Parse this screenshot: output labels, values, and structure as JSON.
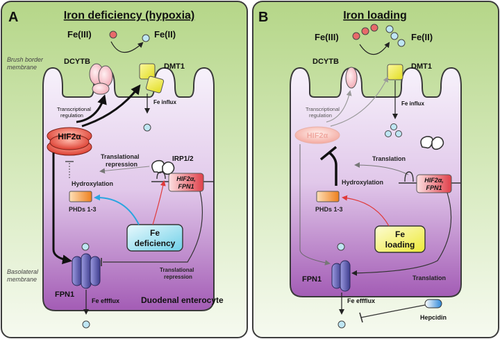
{
  "panel_a": {
    "letter": "A",
    "title": "Iron deficiency (hypoxia)",
    "fe3": "Fe(III)",
    "fe2": "Fe(II)",
    "dcytb": "DCYTB",
    "dmt1": "DMT1",
    "brush_border_1": "Brush border",
    "brush_border_2": "membrane",
    "transcriptional_1": "Transcriptional",
    "transcriptional_2": "regulation",
    "fe_influx": "Fe influx",
    "hif": "HIF2α",
    "translational_1": "Translational",
    "translational_2": "repression",
    "irp": "IRP1/2",
    "hydroxylation": "Hydroxylation",
    "mrna_1": "HIF2α,",
    "mrna_2": "FPN1",
    "phds": "PHDs 1-3",
    "fe_box_1": "Fe",
    "fe_box_2": "deficiency",
    "transl_rep2_1": "Translational",
    "transl_rep2_2": "repression",
    "basolateral_1": "Basolateral",
    "basolateral_2": "membrane",
    "fpn1": "FPN1",
    "fe_efflux": "Fe effflux",
    "duodenal": "Duodenal enterocyte"
  },
  "panel_b": {
    "letter": "B",
    "title": "Iron loading",
    "fe3": "Fe(III)",
    "fe2": "Fe(II)",
    "dcytb": "DCYTB",
    "dmt1": "DMT1",
    "transcriptional_1": "Transcriptional",
    "transcriptional_2": "regulation",
    "fe_influx": "Fe influx",
    "hif": "HIF2α",
    "translation": "Translation",
    "hydroxylation": "Hydroxylation",
    "mrna_1": "HIF2α,",
    "mrna_2": "FPN1",
    "phds": "PHDs 1-3",
    "fe_box_1": "Fe",
    "fe_box_2": "loading",
    "translation2": "Translation",
    "fpn1": "FPN1",
    "fe_efflux": "Fe effflux",
    "hepcidin": "Hepcidin"
  },
  "colors": {
    "panel_green_top": "#b9d98d",
    "panel_green_bottom": "#f4f9ee",
    "cell_top": "#f5effa",
    "cell_bottom": "#a45fb5",
    "hif_red": "#e0463a",
    "dmt1_yellow": "#eeea3e",
    "fe3_red": "#e86a6a",
    "fe2_blue": "#bfe6f3",
    "fpn_blue": "#4b4a9c",
    "phds_orange": "#f08a2a",
    "fe_def_cyan": "#7fd8ec",
    "fe_load_yellow": "#f2ee4a",
    "blue_arrow": "#2aa5e0",
    "red_arrow": "#e03a3a"
  }
}
